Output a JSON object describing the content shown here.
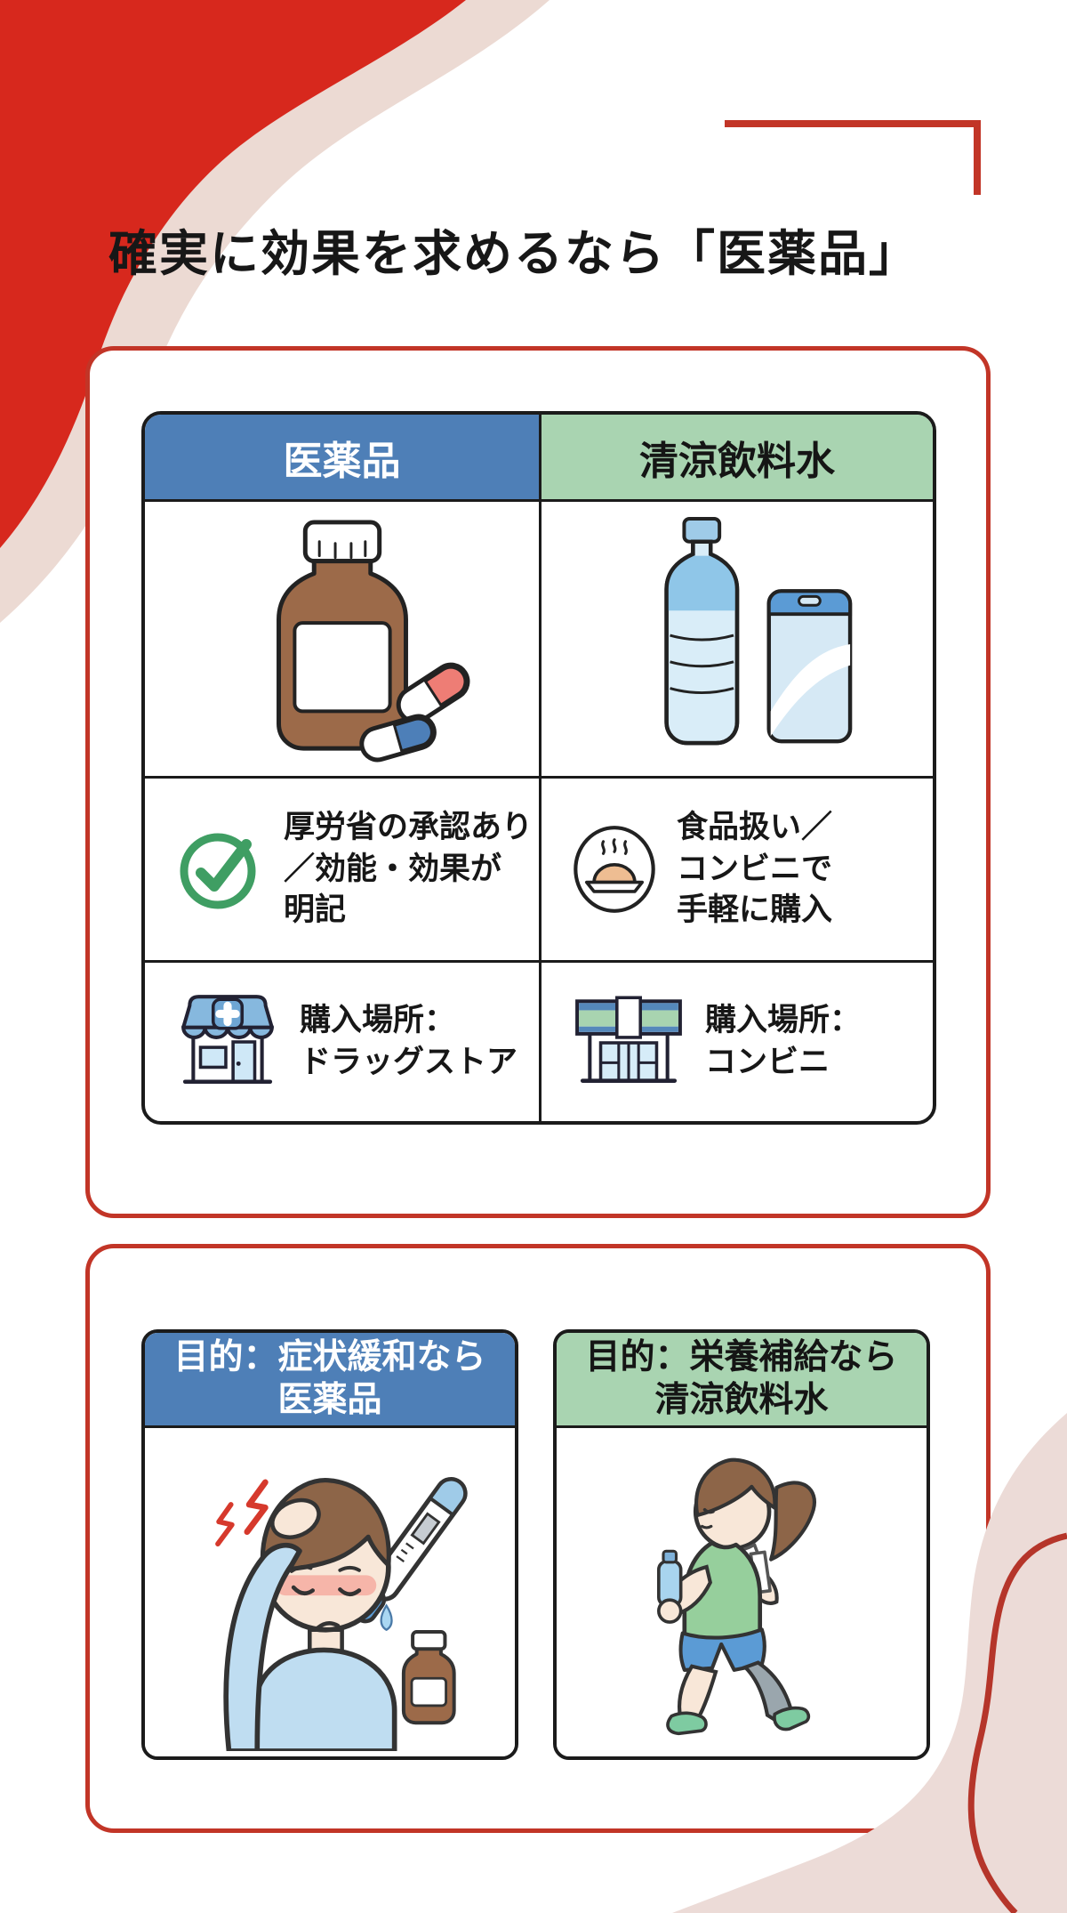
{
  "title": {
    "text": "確実に効果を求めるなら「医薬品」"
  },
  "colors": {
    "accent_red_border": "#c23527",
    "blob_red": "#d7281d",
    "blob_beige": "#ecdad3",
    "blob_pink_bottom": "#ecdbd7",
    "curve_line_red": "#b5352a",
    "header_blue": "#4e7fb7",
    "header_green": "#a9d4b1",
    "check_green": "#3f9e63",
    "text_dark": "#171717"
  },
  "comparison_table": {
    "header": {
      "medicine": "医薬品",
      "soft_drink": "清涼飲料水"
    },
    "illustration_row": {
      "medicine_icon": "medicine-bottle-and-capsules",
      "soft_drink_icon": "pet-bottle-and-can"
    },
    "approval_row": {
      "medicine": {
        "icon": "check-circle-icon",
        "line1": "厚労省の承認あり",
        "line2": "／効能・効果が",
        "line3": "明記"
      },
      "soft_drink": {
        "icon": "hot-food-icon",
        "line1": "食品扱い／",
        "line2": "コンビニで",
        "line3": "手軽に購入"
      }
    },
    "purchase_row": {
      "medicine": {
        "icon": "drugstore-icon",
        "line1": "購入場所：",
        "line2": "ドラッグストア"
      },
      "soft_drink": {
        "icon": "convenience-store-icon",
        "line1": "購入場所：",
        "line2": "コンビニ"
      }
    }
  },
  "purpose_cards": {
    "medicine": {
      "header_line1": "目的：症状緩和なら",
      "header_line2": "医薬品",
      "illustration": "headache-person-with-thermometer"
    },
    "soft_drink": {
      "header_line1": "目的：栄養補給なら",
      "header_line2": "清涼飲料水",
      "illustration": "jogging-person-with-water-bottle"
    }
  }
}
